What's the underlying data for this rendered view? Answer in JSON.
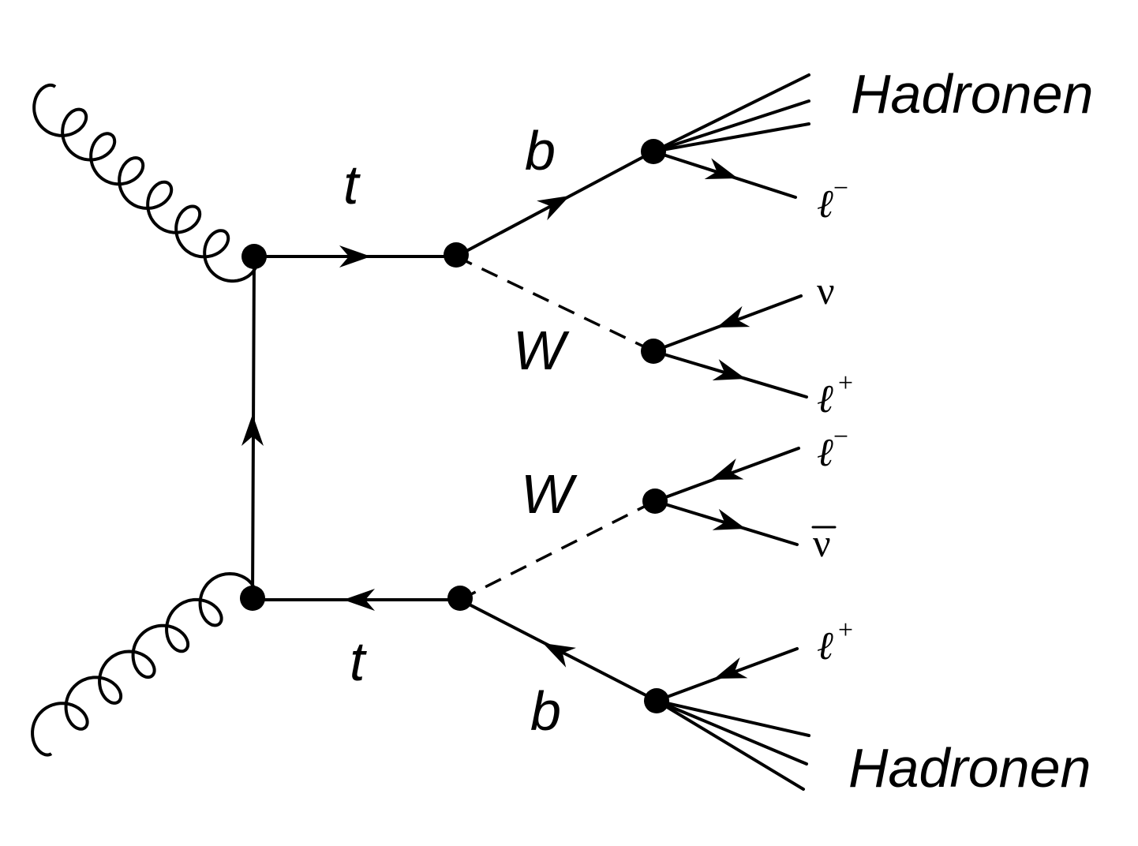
{
  "diagram": {
    "labels": {
      "top_quark": "t",
      "antitop_quark": "t",
      "b_top": "b",
      "b_bottom": "b",
      "w_top": "W",
      "w_bottom": "W",
      "hadrons_top": "Hadronen",
      "hadrons_bottom": "Hadronen",
      "lepton_minus_top": "ℓ",
      "lepton_minus_top_sup": "−",
      "neutrino": "ν",
      "lepton_plus_top": "ℓ",
      "lepton_plus_top_sup": "+",
      "lepton_minus_bottom": "ℓ",
      "lepton_minus_bottom_sup": "−",
      "antineutrino": "ν",
      "lepton_plus_bottom": "ℓ",
      "lepton_plus_bottom_sup": "+"
    }
  }
}
